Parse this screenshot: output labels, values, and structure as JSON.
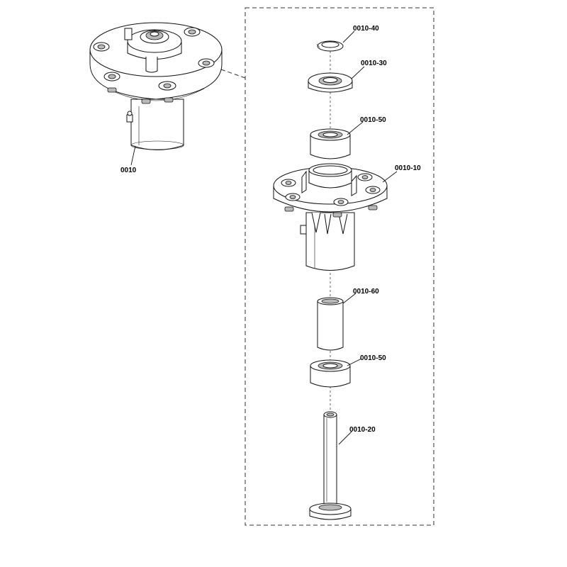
{
  "diagram": {
    "callouts": {
      "assembly": "0010",
      "washer": "0010-40",
      "seal_cap": "0010-30",
      "bearing_top": "0010-50",
      "housing": "0010-10",
      "spacer": "0010-60",
      "bearing_bottom": "0010-50",
      "shaft_bolt": "0010-20"
    }
  }
}
